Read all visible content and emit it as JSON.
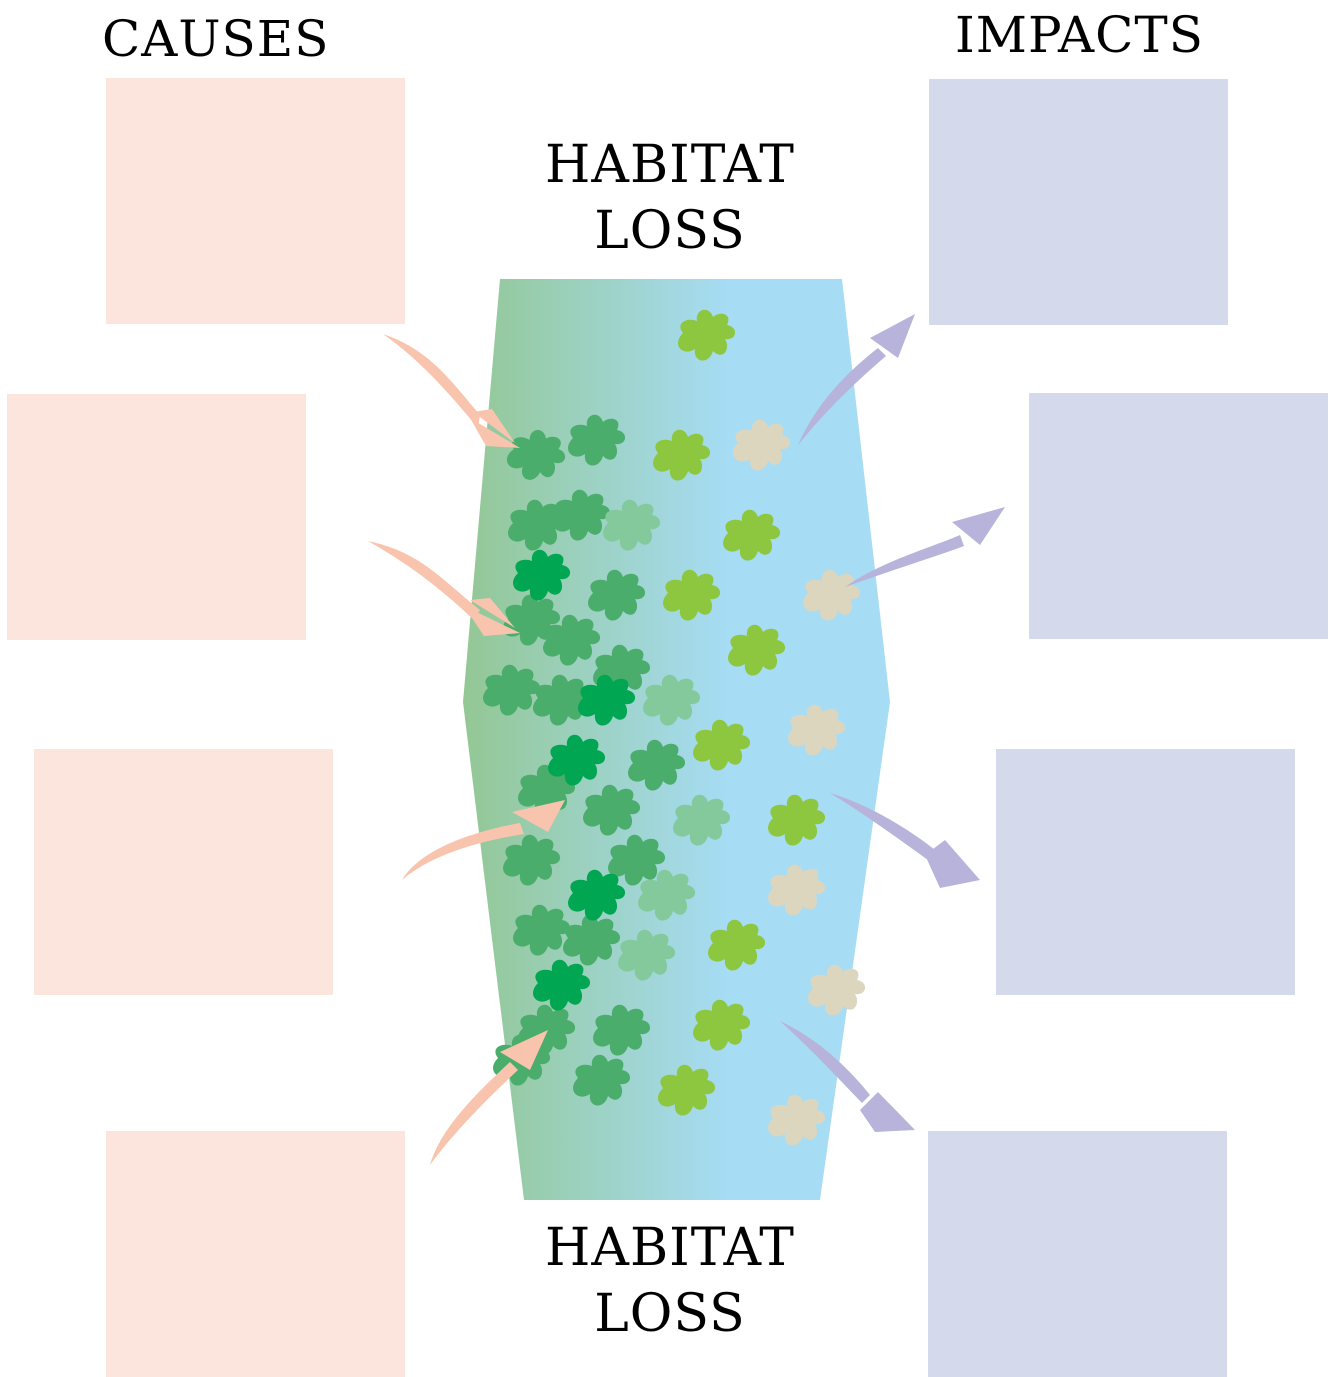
{
  "headings": {
    "causes": "CAUSES",
    "impacts": "IMPACTS"
  },
  "center": {
    "top_line1": "HABITAT",
    "top_line2": "LOSS",
    "bottom_line1": "HABITAT",
    "bottom_line2": "LOSS"
  },
  "colors": {
    "cause_box": "#fbe5dc",
    "impact_box": "#d4d9ec",
    "cause_arrow": "#f9c4ad",
    "impact_arrow": "#b7b3da",
    "gradient_left": "#93c794",
    "gradient_right": "#a6dcf4",
    "dark_green": "#4aad6b",
    "deep_green": "#00a651",
    "pale_green": "#84c99b",
    "light_green": "#8dc63f",
    "beige": "#dcd6bf"
  }
}
